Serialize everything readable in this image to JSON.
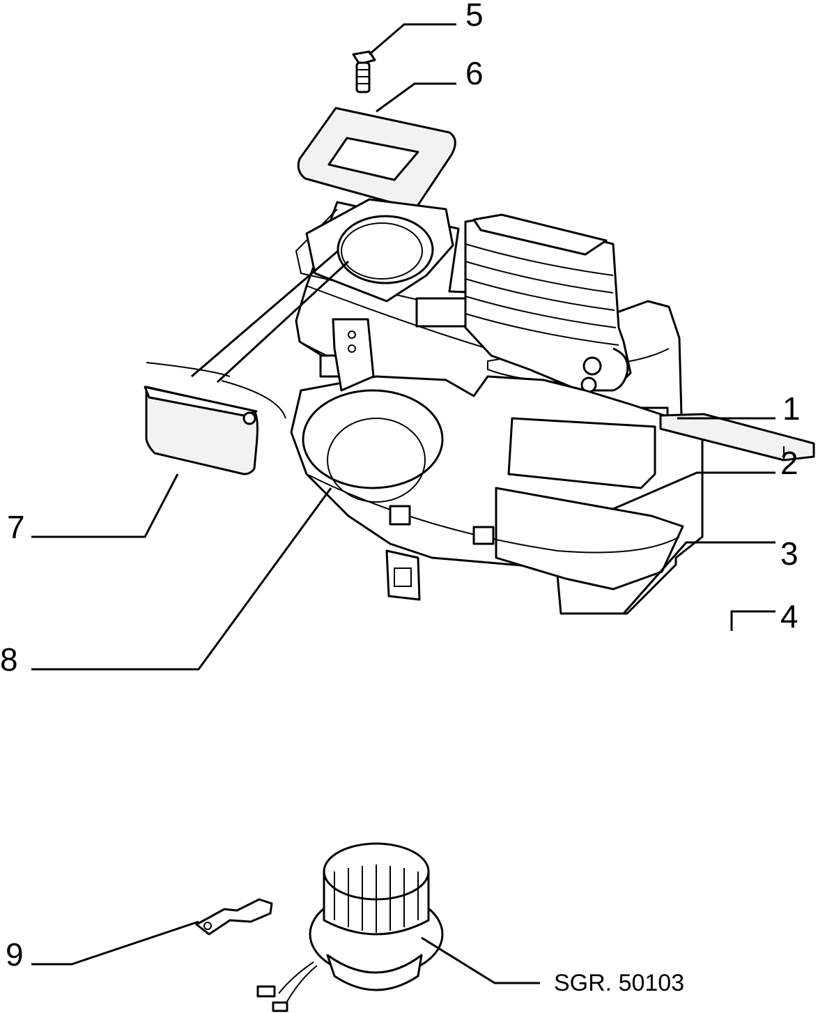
{
  "callouts": [
    {
      "id": "1",
      "label": "1"
    },
    {
      "id": "2",
      "label": "2"
    },
    {
      "id": "3",
      "label": "3"
    },
    {
      "id": "4",
      "label": "4"
    },
    {
      "id": "5",
      "label": "5"
    },
    {
      "id": "6",
      "label": "6"
    },
    {
      "id": "7",
      "label": "7"
    },
    {
      "id": "8",
      "label": "8"
    },
    {
      "id": "9",
      "label": "9"
    }
  ],
  "reference_code": "SGR. 50103"
}
